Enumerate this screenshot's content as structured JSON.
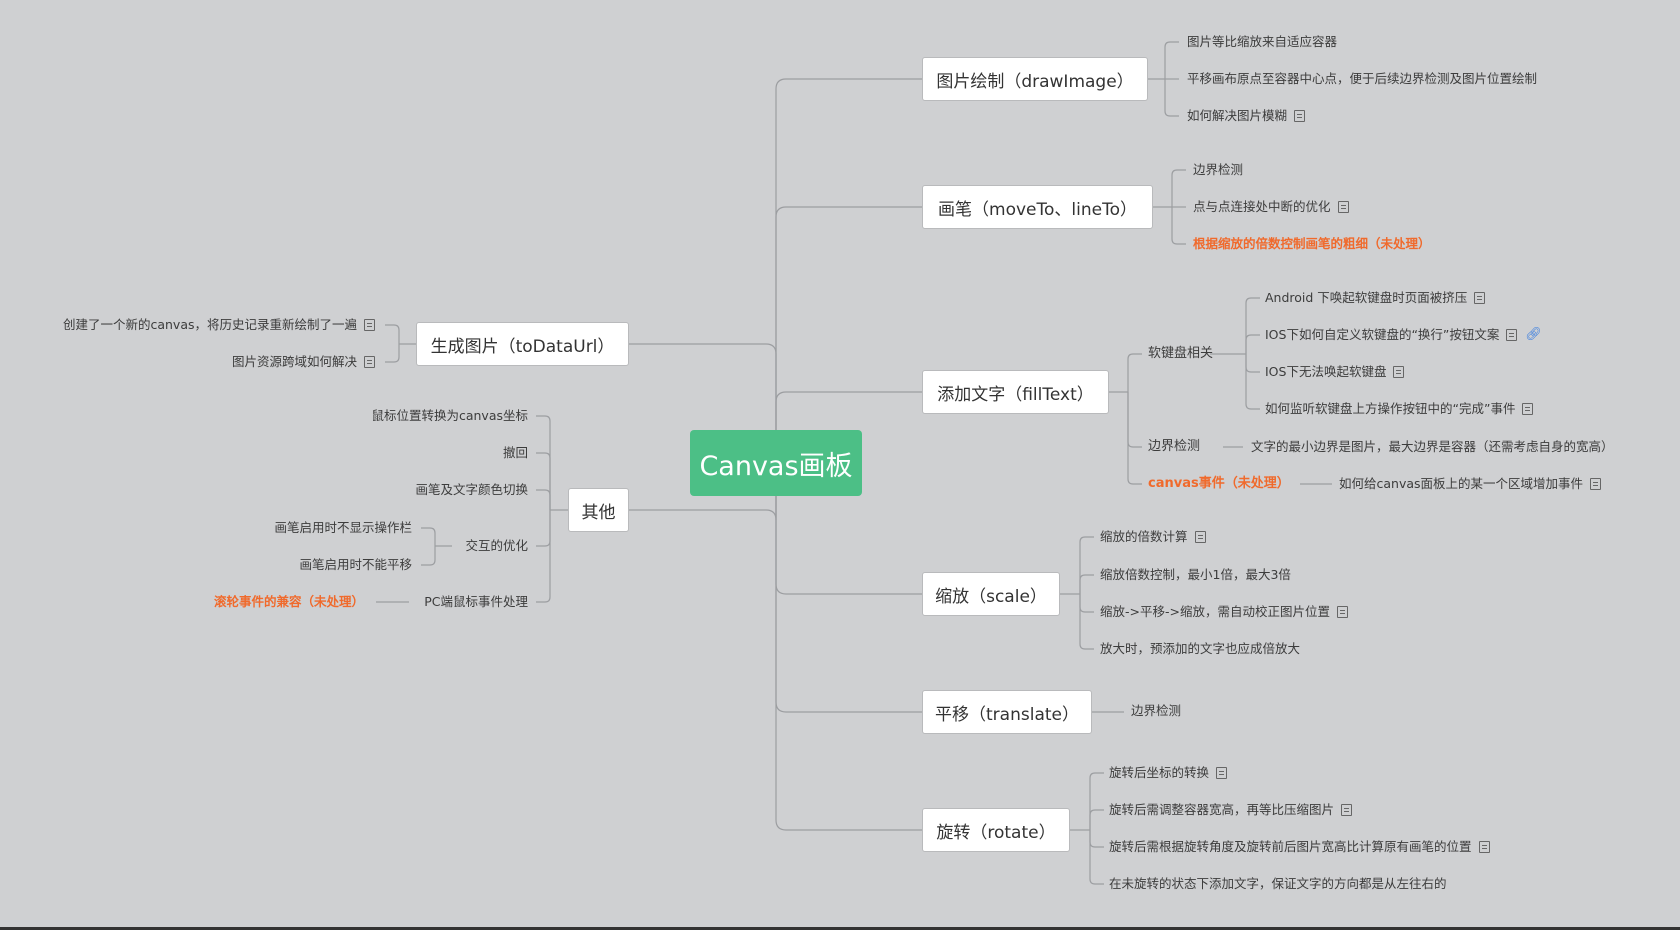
{
  "root": "Canvas画板",
  "right_branches": [
    {
      "label": "图片绘制（drawImage）",
      "children": [
        {
          "text": "图片等比缩放来自适应容器"
        },
        {
          "text": "平移画布原点至容器中心点，便于后续边界检测及图片位置绘制"
        },
        {
          "text": "如何解决图片模糊",
          "note": true
        }
      ]
    },
    {
      "label": "画笔（moveTo、lineTo）",
      "children": [
        {
          "text": "边界检测"
        },
        {
          "text": "点与点连接处中断的优化",
          "note": true
        },
        {
          "text": "根据缩放的倍数控制画笔的粗细（未处理）",
          "highlight": true
        }
      ]
    },
    {
      "label": "添加文字（fillText）",
      "children": [
        {
          "text": "软键盘相关",
          "children": [
            {
              "text": "Android 下唤起软键盘时页面被挤压",
              "note": true
            },
            {
              "text": "IOS下如何自定义软键盘的“换行”按钮文案",
              "note": true,
              "link": true
            },
            {
              "text": "IOS下无法唤起软键盘",
              "note": true
            },
            {
              "text": "如何监听软键盘上方操作按钮中的“完成”事件",
              "note": true
            }
          ]
        },
        {
          "text": "边界检测",
          "children": [
            {
              "text": "文字的最小边界是图片，最大边界是容器（还需考虑自身的宽高）"
            }
          ]
        },
        {
          "text": "canvas事件（未处理）",
          "highlight": true,
          "children": [
            {
              "text": "如何给canvas面板上的某一个区域增加事件",
              "note": true
            }
          ]
        }
      ]
    },
    {
      "label": "缩放（scale）",
      "children": [
        {
          "text": "缩放的倍数计算",
          "note": true
        },
        {
          "text": "缩放倍数控制，最小1倍，最大3倍"
        },
        {
          "text": "缩放->平移->缩放，需自动校正图片位置",
          "note": true
        },
        {
          "text": "放大时，预添加的文字也应成倍放大"
        }
      ]
    },
    {
      "label": "平移（translate）",
      "children": [
        {
          "text": "边界检测"
        }
      ]
    },
    {
      "label": "旋转（rotate）",
      "children": [
        {
          "text": "旋转后坐标的转换",
          "note": true
        },
        {
          "text": "旋转后需调整容器宽高，再等比压缩图片",
          "note": true
        },
        {
          "text": "旋转后需根据旋转角度及旋转前后图片宽高比计算原有画笔的位置",
          "note": true
        },
        {
          "text": "在未旋转的状态下添加文字，保证文字的方向都是从左往右的"
        }
      ]
    }
  ],
  "left_branches": [
    {
      "label": "生成图片（toDataUrl）",
      "children": [
        {
          "text": "创建了一个新的canvas，将历史记录重新绘制了一遍",
          "note": true
        },
        {
          "text": "图片资源跨域如何解决",
          "note": true
        }
      ]
    },
    {
      "label": "其他",
      "children": [
        {
          "text": "鼠标位置转换为canvas坐标"
        },
        {
          "text": "撤回"
        },
        {
          "text": "画笔及文字颜色切换"
        },
        {
          "text": "交互的优化",
          "children": [
            {
              "text": "画笔启用时不显示操作栏"
            },
            {
              "text": "画笔启用时不能平移"
            }
          ]
        },
        {
          "text": "PC端鼠标事件处理",
          "children": [
            {
              "text": "滚轮事件的兼容（未处理）",
              "highlight": true
            }
          ]
        }
      ]
    }
  ]
}
